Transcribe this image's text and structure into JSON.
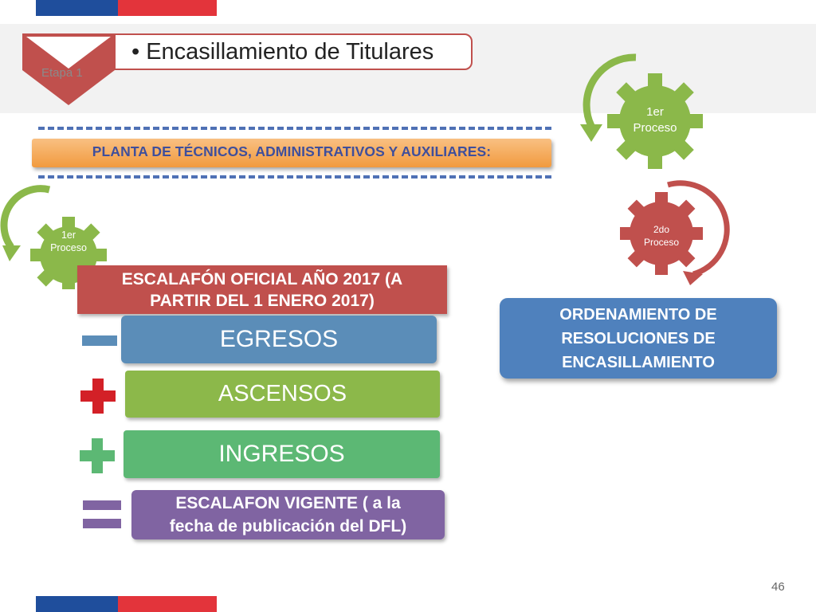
{
  "colors": {
    "flag_blue": "#1f4e9c",
    "flag_red": "#e3343b",
    "title_border": "#c0504d",
    "planta_text": "#3f4f9c",
    "escalafon_red": "#c0504d",
    "egresos_blue": "#5b8db8",
    "ascensos_green": "#8cb84a",
    "ingresos_green": "#5cb874",
    "vigente_purple": "#8064a2",
    "orden_blue": "#4f81bd",
    "gear_green": "#8bb84a",
    "gear_red": "#c0504d"
  },
  "header": {
    "title": "• Encasillamiento de Titulares",
    "etapa": "Etapa 1"
  },
  "planta": {
    "label": "PLANTA DE TÉCNICOS, ADMINISTRATIVOS Y AUXILIARES:"
  },
  "gears": {
    "left_first": {
      "line1": "1er",
      "line2": "Proceso"
    },
    "right_first": {
      "line1": "1er",
      "line2": "Proceso"
    },
    "right_second": {
      "line1": "2do",
      "line2": "Proceso"
    }
  },
  "flow": {
    "escalafon": {
      "line1": "ESCALAFÓN OFICIAL AÑO 2017 (A",
      "line2": "PARTIR DEL 1 ENERO 2017)"
    },
    "egresos": "EGRESOS",
    "ascensos": "ASCENSOS",
    "ingresos": "INGRESOS",
    "vigente": {
      "line1": "ESCALAFON VIGENTE ( a la",
      "line2": "fecha de publicación del DFL)"
    }
  },
  "operators": {
    "egresos": "minus-icon",
    "ascensos": "plus-icon-red",
    "ingresos": "plus-icon-green",
    "vigente": "equals-icon"
  },
  "ordenamiento": {
    "line1": "ORDENAMIENTO DE",
    "line2": "RESOLUCIONES DE",
    "line3": "ENCASILLAMIENTO"
  },
  "page_number": "46"
}
